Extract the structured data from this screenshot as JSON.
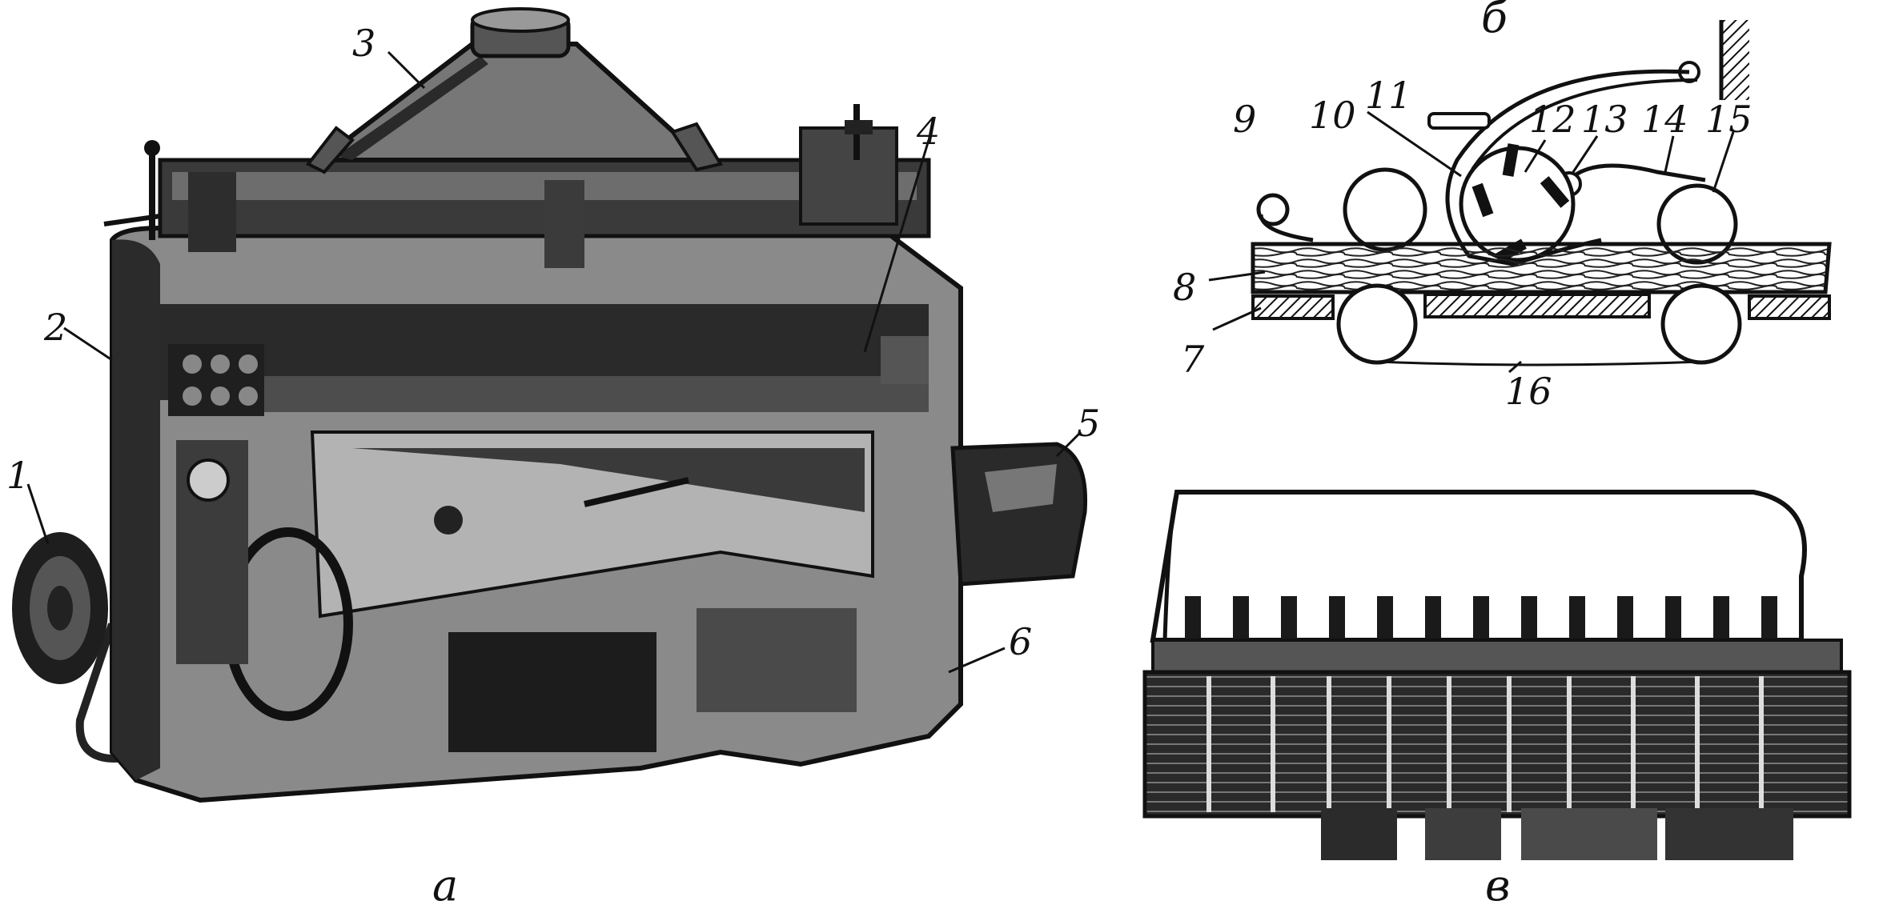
{
  "panels": {
    "a": {
      "caption": "а",
      "labels": [
        "1",
        "2",
        "3",
        "4",
        "5",
        "6"
      ]
    },
    "b": {
      "caption": "б",
      "labels": [
        "7",
        "8",
        "9",
        "10",
        "11",
        "12",
        "13",
        "14",
        "15",
        "16"
      ]
    },
    "c": {
      "caption": "в"
    }
  }
}
